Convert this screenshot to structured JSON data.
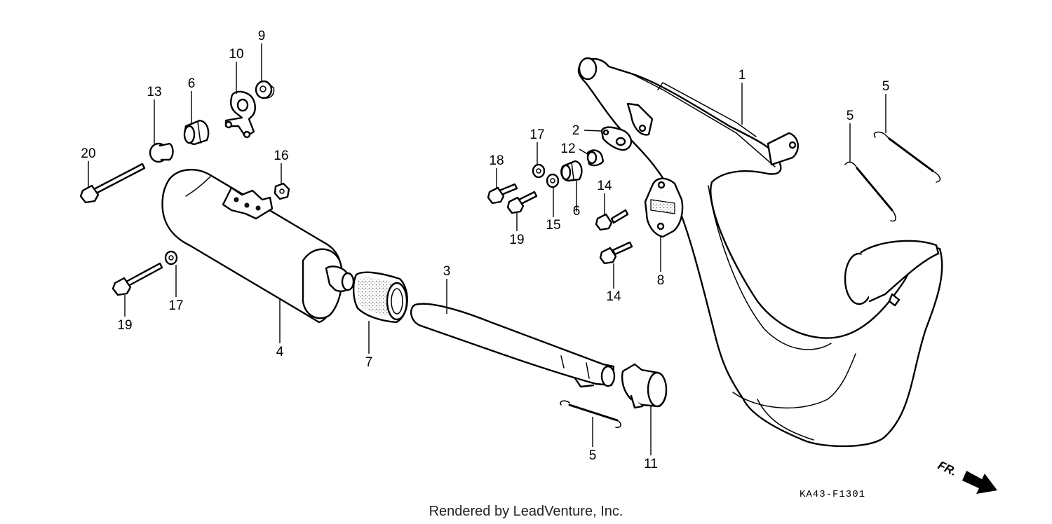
{
  "callouts": [
    {
      "id": "c1",
      "label": "1"
    },
    {
      "id": "c2",
      "label": "2"
    },
    {
      "id": "c3",
      "label": "3"
    },
    {
      "id": "c4",
      "label": "4"
    },
    {
      "id": "c5a",
      "label": "5"
    },
    {
      "id": "c5b",
      "label": "5"
    },
    {
      "id": "c5c",
      "label": "5"
    },
    {
      "id": "c6a",
      "label": "6"
    },
    {
      "id": "c6b",
      "label": "6"
    },
    {
      "id": "c7",
      "label": "7"
    },
    {
      "id": "c8",
      "label": "8"
    },
    {
      "id": "c9",
      "label": "9"
    },
    {
      "id": "c10",
      "label": "10"
    },
    {
      "id": "c11",
      "label": "11"
    },
    {
      "id": "c12",
      "label": "12"
    },
    {
      "id": "c13",
      "label": "13"
    },
    {
      "id": "c14a",
      "label": "14"
    },
    {
      "id": "c14b",
      "label": "14"
    },
    {
      "id": "c15",
      "label": "15"
    },
    {
      "id": "c16",
      "label": "16"
    },
    {
      "id": "c17a",
      "label": "17"
    },
    {
      "id": "c17b",
      "label": "17"
    },
    {
      "id": "c18",
      "label": "18"
    },
    {
      "id": "c19a",
      "label": "19"
    },
    {
      "id": "c19b",
      "label": "19"
    },
    {
      "id": "c20",
      "label": "20"
    }
  ],
  "diagram_code": "KA43-F1301",
  "front_indicator": "FR.",
  "credit": "Rendered by LeadVenture, Inc.",
  "icons": {
    "front_arrow": "arrow-right-down-icon"
  }
}
